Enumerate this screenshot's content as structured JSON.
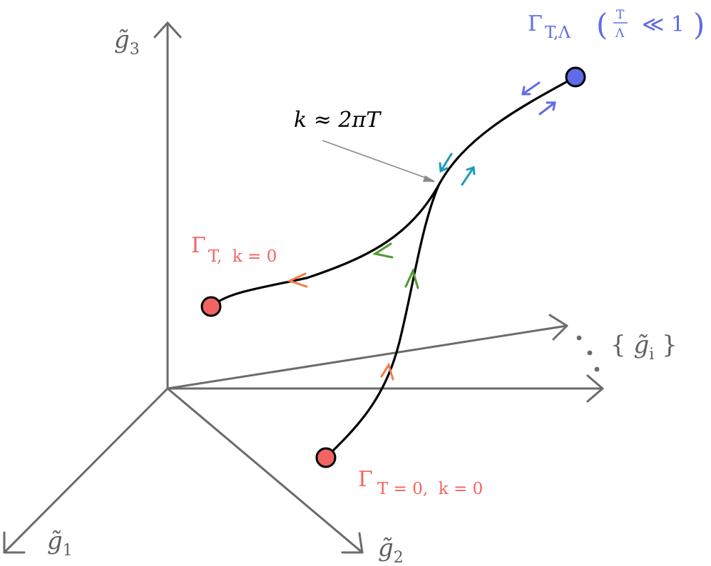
{
  "axes": {
    "g1": {
      "base": "g̃",
      "sub": "1"
    },
    "g2": {
      "base": "g̃",
      "sub": "2"
    },
    "g3": {
      "base": "g̃",
      "sub": "3"
    },
    "gi": {
      "open": "{ ",
      "base": "g̃",
      "sub": "i",
      "close": " }"
    }
  },
  "fixed_points": {
    "uv": {
      "gamma": "Γ",
      "sub": "T,Λ",
      "cond_open": "(",
      "frac_num": "T",
      "frac_den": "Λ",
      "cond_rel": "≪ 1",
      "cond_close": ")"
    },
    "thermal": {
      "gamma": "Γ",
      "sub": "T,  k = 0"
    },
    "vacuum": {
      "gamma": "Γ",
      "sub": "T = 0,  k = 0"
    }
  },
  "crossover": {
    "text": "k  ≈ 2πT"
  },
  "colors": {
    "axis": "#6b6b6b",
    "flow": "#000000",
    "uv_point": "#5f6be8",
    "ir_point": "#f26464",
    "arrow_blue": "#5f6be8",
    "arrow_teal": "#1b9bb5",
    "arrow_green": "#4f9a2c",
    "arrow_orange": "#f07b45"
  }
}
